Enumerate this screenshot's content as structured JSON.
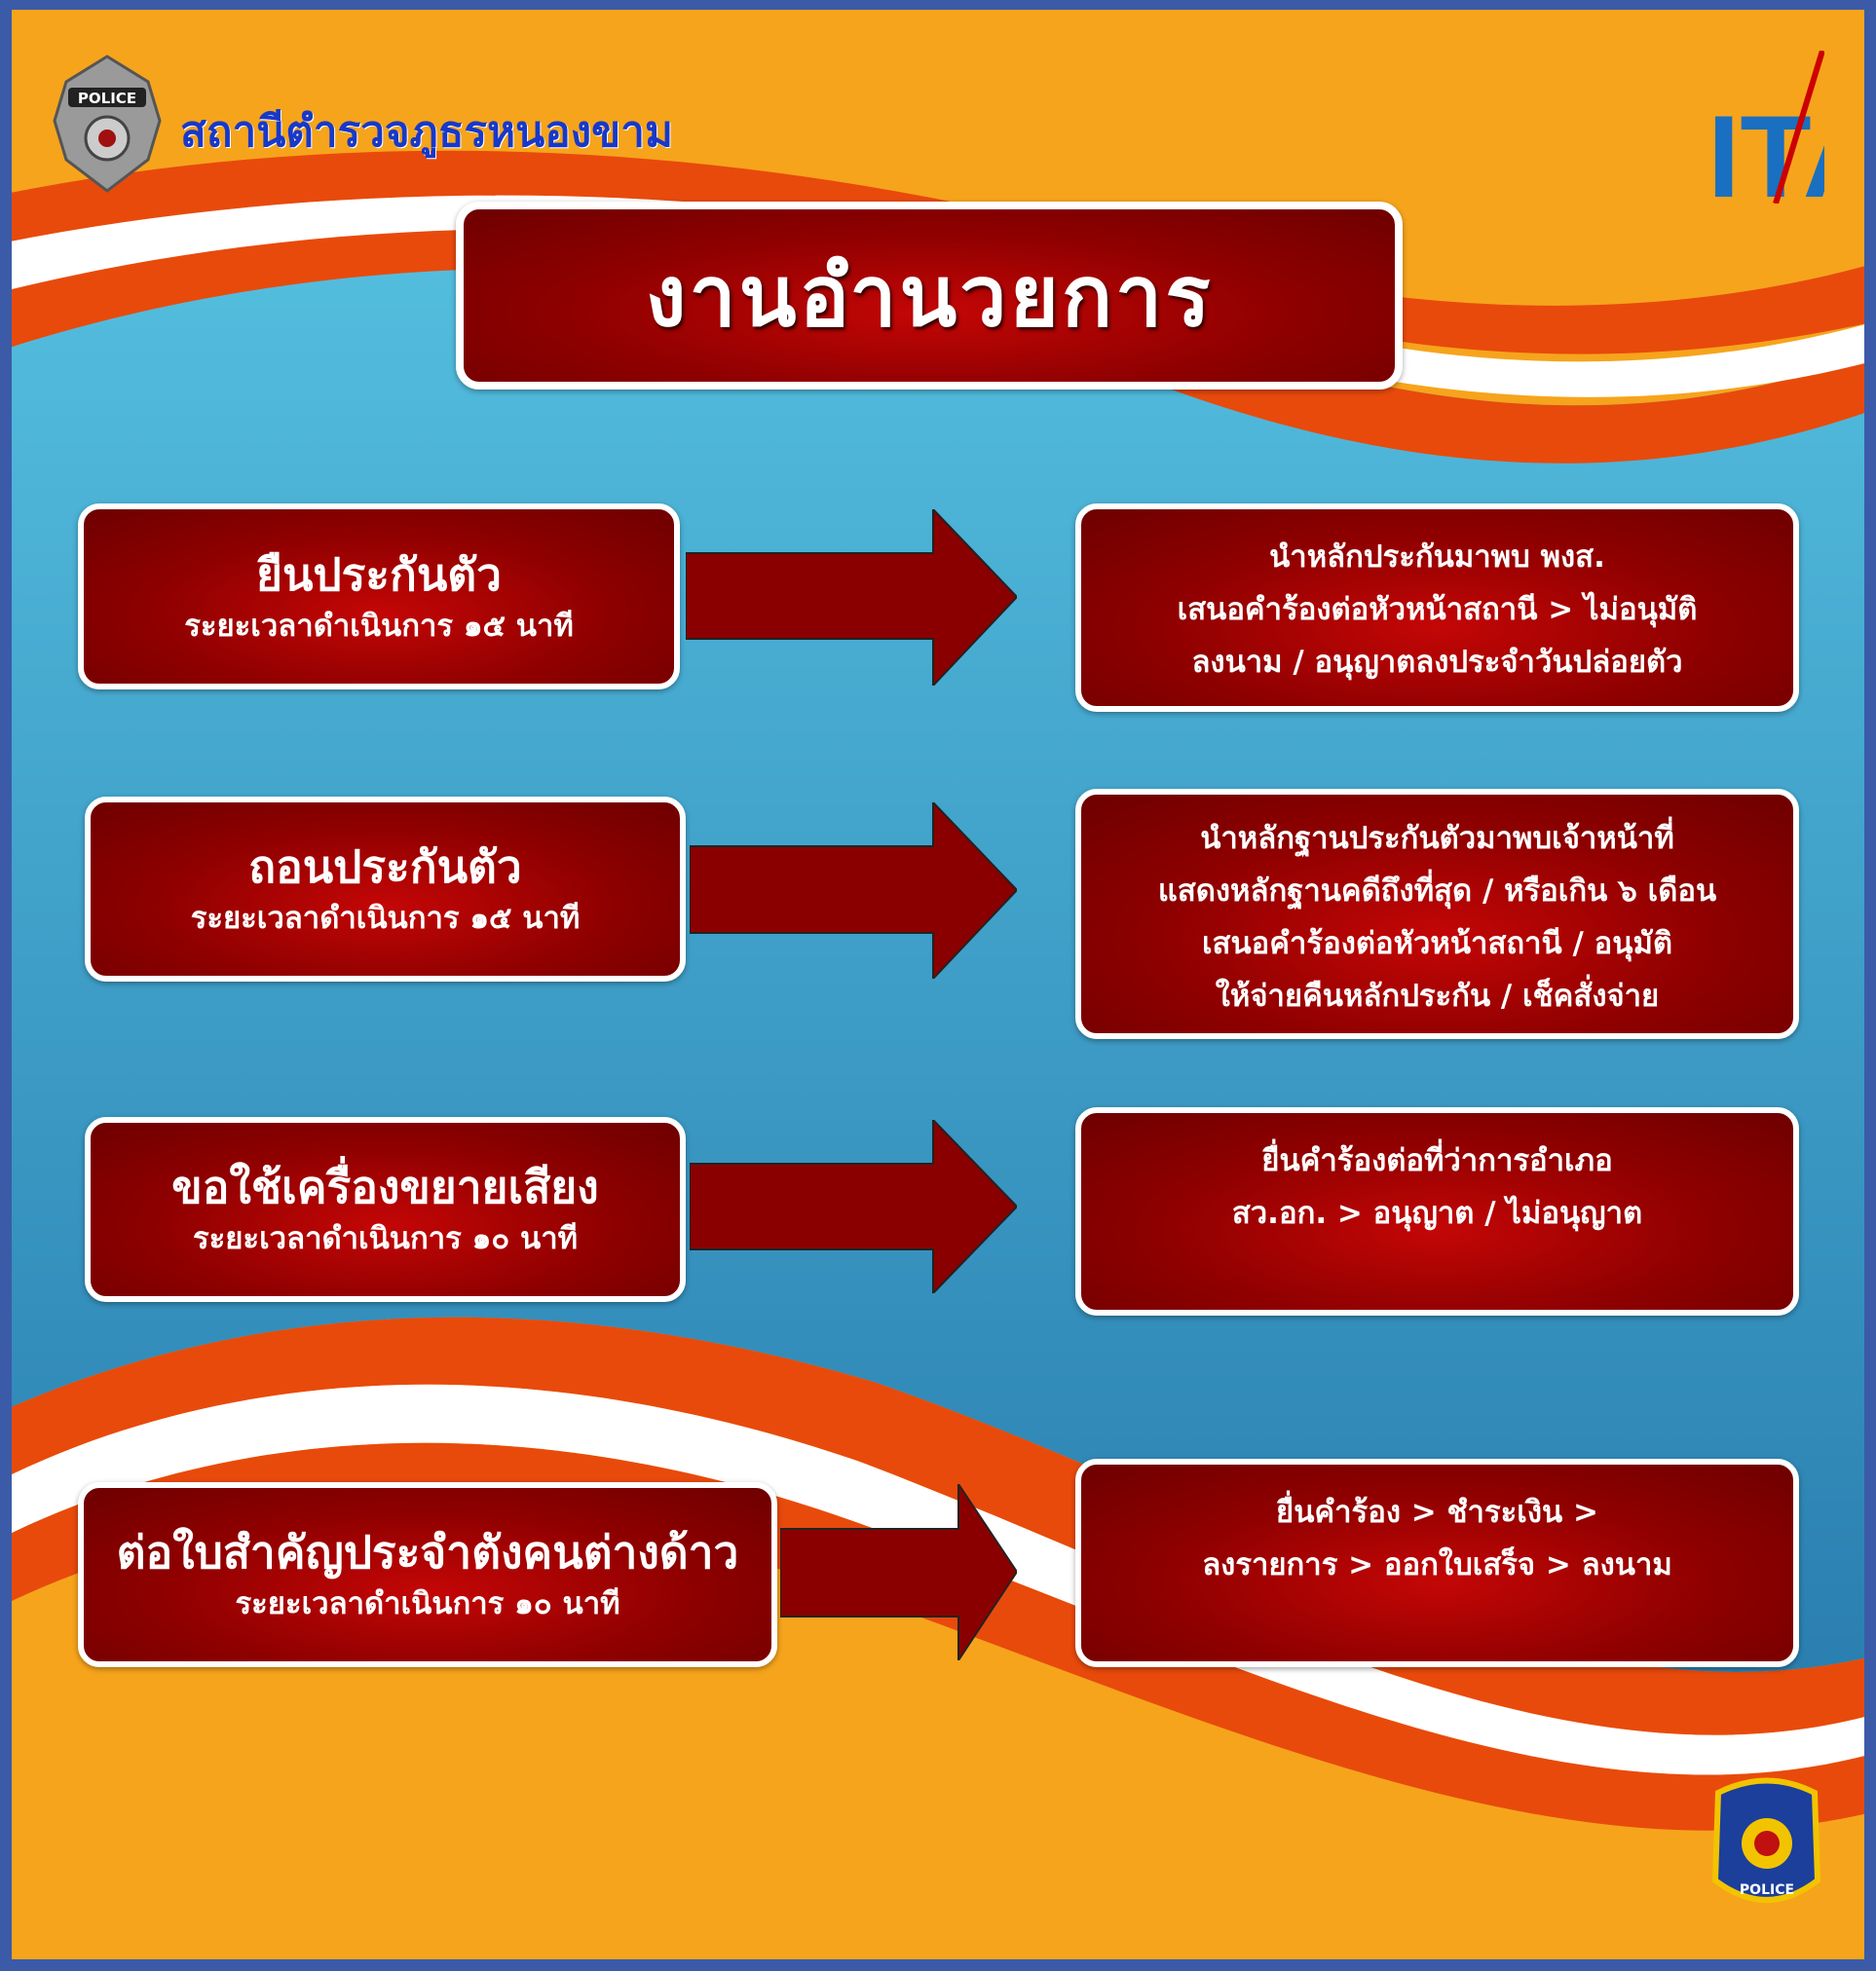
{
  "header": {
    "station_name": "สถานีตำรวจภูธรหนองขาม",
    "badge_text": "POLICE",
    "ita_logo": "ITA",
    "bottom_badge_text": "POLICE"
  },
  "title": "งานอำนวยการ",
  "services": [
    {
      "name": "ยืนประกันตัว",
      "duration": "ระยะเวลาดำเนินการ ๑๕ นาที",
      "steps": [
        "นำหลักประกันมาพบ พงส.",
        "เสนอคำร้องต่อหัวหน้าสถานี > ไม่อนุมัติ",
        "ลงนาม / อนุญาตลงประจำวันปล่อยตัว"
      ]
    },
    {
      "name": "ถอนประกันตัว",
      "duration": "ระยะเวลาดำเนินการ ๑๕ นาที",
      "steps": [
        "นำหลักฐานประกันตัวมาพบเจ้าหน้าที่",
        "แสดงหลักฐานคดีถึงที่สุด / หรือเกิน ๖ เดือน",
        "เสนอคำร้องต่อหัวหน้าสถานี / อนุมัติ",
        "ให้จ่ายคืนหลักประกัน / เช็คสั่งจ่าย"
      ]
    },
    {
      "name": "ขอใช้เครื่องขยายเสียง",
      "duration": "ระยะเวลาดำเนินการ ๑๐ นาที",
      "steps": [
        "ยื่นคำร้องต่อที่ว่าการอำเภอ",
        "สว.อก. > อนุญาต / ไม่อนุญาต"
      ]
    },
    {
      "name": "ต่อใบสำคัญประจำตังคนต่างด้าว",
      "duration": "ระยะเวลาดำเนินการ ๑๐ นาที",
      "steps": [
        "ยื่นคำร้อง > ชำระเงิน >",
        "ลงรายการ > ออกใบเสร็จ > ลงนาม"
      ]
    }
  ],
  "colors": {
    "orange": "#f6a41c",
    "blue": "#4fb4d8",
    "dark_red": "#8e0000",
    "border_blue": "#3b5ba8"
  }
}
